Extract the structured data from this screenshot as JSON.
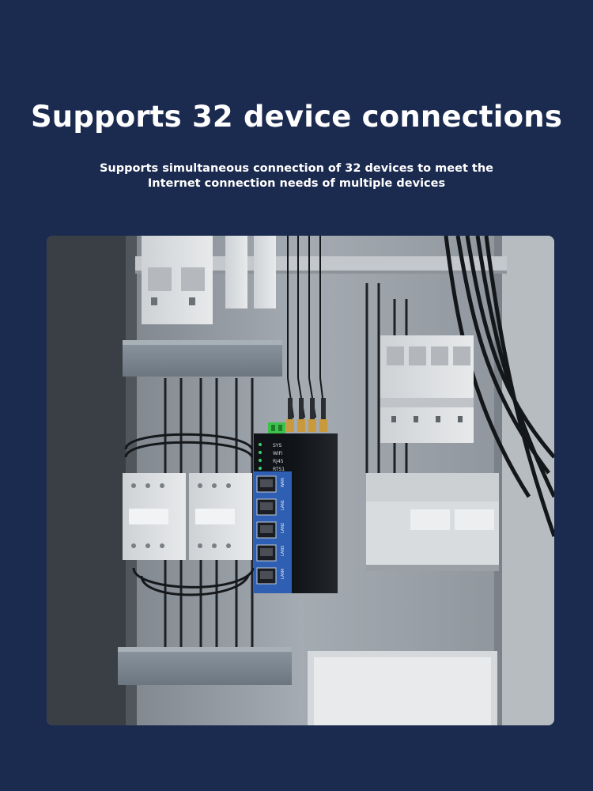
{
  "page": {
    "headline": "Supports 32 device connections",
    "subline": "Supports simultaneous connection of 32 devices to meet the Internet connection needs of multiple devices"
  },
  "device": {
    "leds": [
      "SYS",
      "WiFi",
      "RJ45",
      "RTS1"
    ],
    "ports": [
      "WAN",
      "LAN1",
      "LAN2",
      "LAN3",
      "LAN4"
    ]
  },
  "colors": {
    "background": "#1b2a4f",
    "text": "#ffffff",
    "port_accent": "#2f5fb3",
    "terminal_green": "#3cc24a"
  }
}
